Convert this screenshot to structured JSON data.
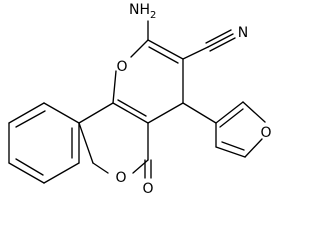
{
  "molecule": {
    "atoms": {
      "amino": "NH",
      "amino_subscript": "2",
      "nitrile_n": "N",
      "pyran_o": "O",
      "lactone_o": "O",
      "carbonyl_o": "O",
      "furan_o": "O"
    },
    "colors": {
      "ink": "#000000",
      "background": "#ffffff"
    }
  }
}
